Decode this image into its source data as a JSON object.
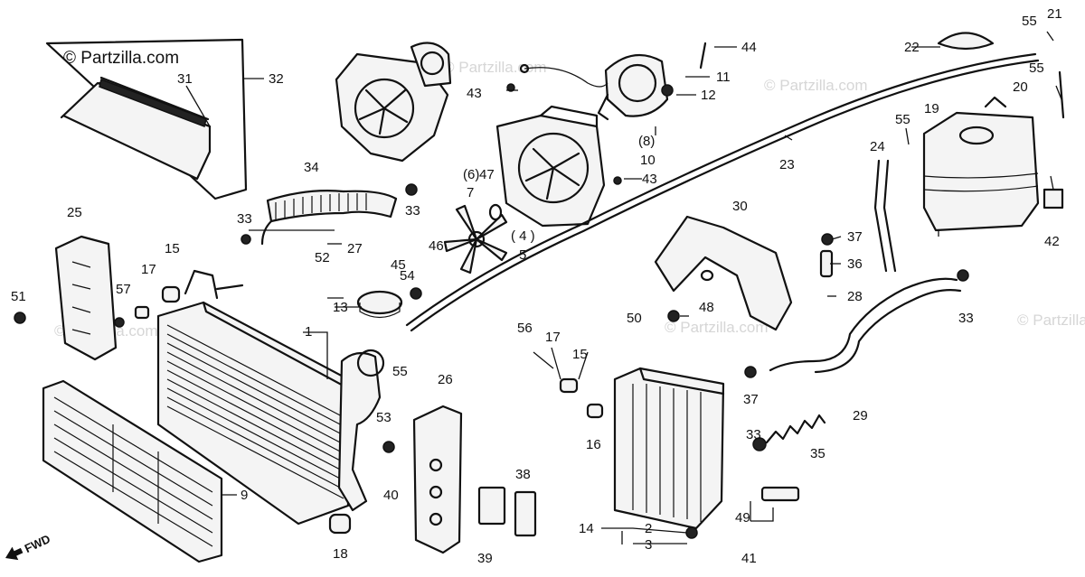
{
  "watermark": {
    "main": "© Partzilla.com",
    "faint": "© Partzilla.com"
  },
  "direction_marker": "FWD",
  "callouts": {
    "c1": "1",
    "c2": "2",
    "c3": "3",
    "c4": "( 4 )",
    "c5": "5",
    "c6": "(6)",
    "c7": "7",
    "c8": "(8)",
    "c9": "9",
    "c10": "10",
    "c11": "11",
    "c12": "12",
    "c13": "13",
    "c14": "14",
    "c15a": "15",
    "c15b": "15",
    "c16": "16",
    "c17a": "17",
    "c17b": "17",
    "c18": "18",
    "c19": "19",
    "c20": "20",
    "c21": "21",
    "c22": "22",
    "c23": "23",
    "c24": "24",
    "c25": "25",
    "c26": "26",
    "c27": "27",
    "c28": "28",
    "c29": "29",
    "c30": "30",
    "c31": "31",
    "c32": "32",
    "c33a": "33",
    "c33b": "33",
    "c33c": "33",
    "c33d": "33",
    "c34": "34",
    "c35": "35",
    "c36": "36",
    "c37a": "37",
    "c37b": "37",
    "c38": "38",
    "c39": "39",
    "c40": "40",
    "c41": "41",
    "c42": "42",
    "c43a": "43",
    "c43b": "43",
    "c44": "44",
    "c45": "45",
    "c46": "46",
    "c47": "47",
    "c48": "48",
    "c49": "49",
    "c50": "50",
    "c51": "51",
    "c52": "52",
    "c53": "53",
    "c54": "54",
    "c55a": "55",
    "c55b": "55",
    "c55c": "55",
    "c55d": "55",
    "c56": "56",
    "c57": "57"
  }
}
